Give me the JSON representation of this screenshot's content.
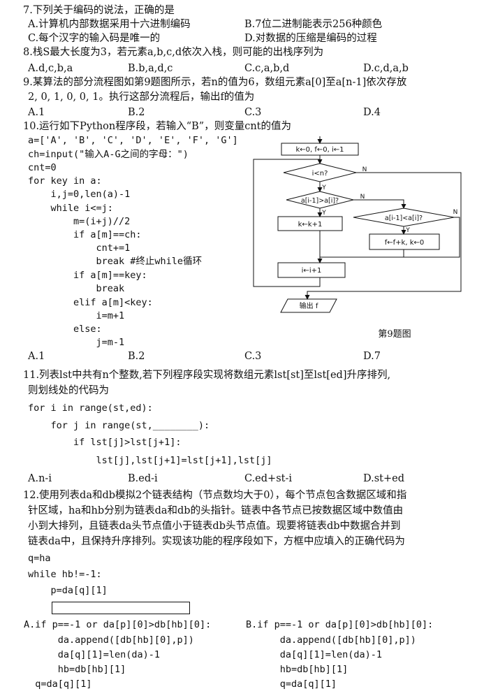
{
  "q7": {
    "stem": "7.下列关于编码的说法，正确的是",
    "A": "A.计算机内部数据采用十六进制编码",
    "B": "B.7位二进制能表示256种颜色",
    "C": "C.每个汉字的输入码是唯一的",
    "D": "D.对数据的压缩是编码的过程"
  },
  "q8": {
    "stem": "8.栈S最大长度为3，若元素a,b,c,d依次入栈，则可能的出栈序列为",
    "A": "A.d,c,b,a",
    "B": "B.b,a,d,c",
    "C": "C.c,a,b,d",
    "D": "D.c,d,a,b"
  },
  "q9": {
    "stem_l1": "9.某算法的部分流程图如第9题图所示，若n的值为6，数组元素a[0]至a[n-1]依次存放",
    "stem_l2": "2, 0, 1, 0, 0, 1。执行这部分流程后，输出f的值为",
    "A": "A.1",
    "B": "B.2",
    "C": "C.3",
    "D": "D.4"
  },
  "q10": {
    "stem": "10.运行如下Python程序段，若输入“B”，则变量cnt的值为",
    "code": [
      "a=['A', 'B', 'C', 'D', 'E', 'F', 'G']",
      "ch=input(\"输入A-G之间的字母：\")",
      "cnt=0",
      "for key in a:",
      "    i,j=0,len(a)-1",
      "    while i<=j:",
      "        m=(i+j)//2",
      "        if a[m]==ch:",
      "            cnt+=1",
      "            break #终止while循环",
      "        if a[m]==key:",
      "            break",
      "        elif a[m]<key:",
      "            i=m+1",
      "        else:",
      "            j=m-1"
    ],
    "A": "A.1",
    "B": "B.2",
    "C": "C.3",
    "D": "D.7"
  },
  "flowchart": {
    "init": "k←0, f←0, i←1",
    "cond1": "i<n?",
    "cond2": "a[i-1]>a[i]?",
    "cond3": "a[i-1]<a[i]?",
    "proc1": "k←k+1",
    "proc2": "f←f+k, k←0",
    "proc3": "i←i+1",
    "output": "输出 f",
    "yes": "Y",
    "no": "N",
    "caption": "第9题图"
  },
  "q11": {
    "stem_l1": "11.列表lst中共有n个整数,若下列程序段实现将数组元素lst[st]至lst[ed]升序排列,",
    "stem_l2": "则划线处的代码为",
    "code": [
      "for i in range(st,ed):",
      "    for j in range(st,________):",
      "        if lst[j]>lst[j+1]:",
      "            lst[j],lst[j+1]=lst[j+1],lst[j]"
    ],
    "A": "A.n-i",
    "B": "B.ed-i",
    "C": "C.ed+st-i",
    "D": "D.st+ed"
  },
  "q12": {
    "stem": [
      "12.使用列表da和db模拟2个链表结构（节点数均大于0），每个节点包含数据区域和指",
      "针区域，ha和hb分别为链表da和db的头指针。链表中各节点已按数据区域中数值由",
      "小到大排列，且链表da头节点值小于链表db头节点值。现要将链表db中数据合并到",
      "链表da中，且保持升序排列。实现该功能的程序段如下，方框中应填入的正确代码为"
    ],
    "code": [
      "q=ha",
      "while hb!=-1:",
      "    p=da[q][1]"
    ],
    "A": [
      "A.if p==-1 or da[p][0]>db[hb][0]:",
      "      da.append([db[hb][0],p])",
      "      da[q][1]=len(da)-1",
      "      hb=db[hb][1]",
      "  q=da[q][1]"
    ],
    "B": [
      "B.if p==-1 or da[p][0]>db[hb][0]:",
      "      da.append([db[hb][0],p])",
      "      da[q][1]=len(da)-1",
      "      hb=db[hb][1]",
      "      q=da[q][1]"
    ]
  }
}
